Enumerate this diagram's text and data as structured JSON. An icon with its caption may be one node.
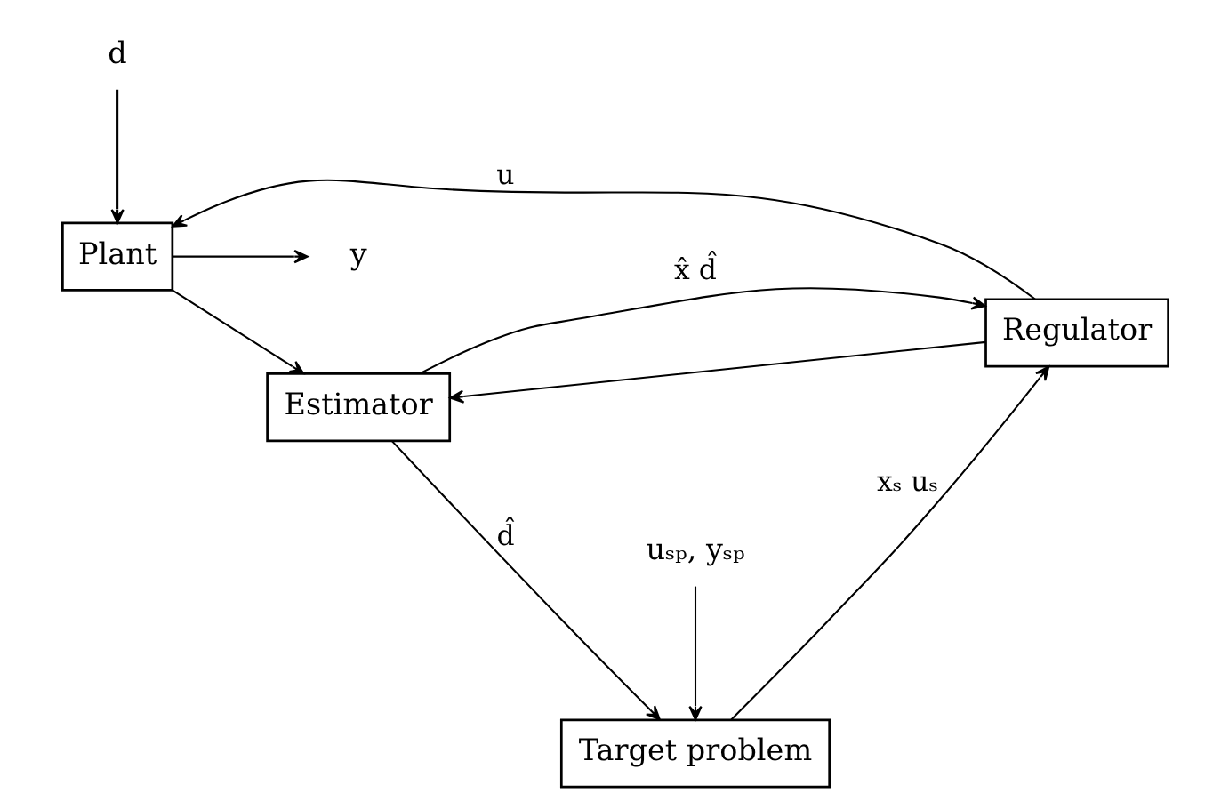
{
  "diagram": {
    "nodes": [
      {
        "text": [
          "d"
        ]
      },
      {
        "text": [
          "Regulator"
        ]
      },
      {
        "text": [
          "Plant"
        ]
      },
      {
        "text": [
          "y"
        ]
      },
      {
        "text": [
          "Estimator"
        ]
      },
      {
        "text": [
          "Target problem"
        ]
      },
      {
        "text": [
          "uₛₚ, yₛₚ"
        ]
      }
    ],
    "edges": [
      {
        "from": 0,
        "to": 2,
        "arrow": "to"
      },
      {
        "from": 1,
        "to": 2,
        "arrow": "to",
        "label": "u"
      },
      {
        "from": 1,
        "to": 4,
        "arrow": "to"
      },
      {
        "from": 2,
        "to": 3,
        "arrow": "to"
      },
      {
        "from": 2,
        "to": 4,
        "arrow": "to"
      },
      {
        "from": 4,
        "to": 1,
        "arrow": "to",
        "label": "x̂ d̂"
      },
      {
        "from": 4,
        "to": 5,
        "arrow": "to",
        "label": "d̂"
      },
      {
        "from": 5,
        "to": 1,
        "arrow": "to",
        "label": "xₛ uₛ"
      },
      {
        "from": 6,
        "to": 5,
        "arrow": "to"
      }
    ]
  }
}
